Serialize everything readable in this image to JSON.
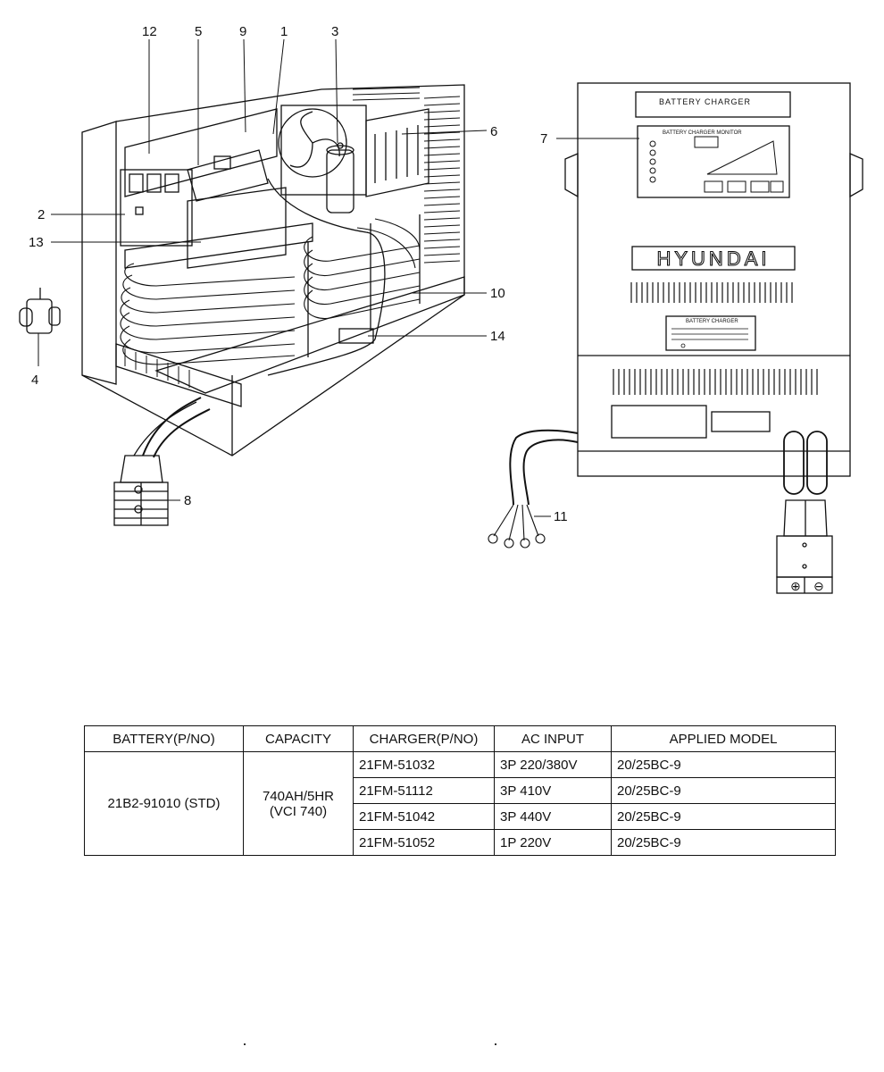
{
  "callouts": {
    "c1": "1",
    "c2": "2",
    "c3": "3",
    "c4": "4",
    "c5": "5",
    "c6": "6",
    "c7": "7",
    "c8": "8",
    "c9": "9",
    "c10": "10",
    "c11": "11",
    "c12": "12",
    "c13": "13",
    "c14": "14"
  },
  "front_panel": {
    "nameplate_title": "BATTERY CHARGER",
    "monitor_title": "BATTERY CHARGER MONITOR",
    "brand": "HYUNDAI",
    "plate_title": "BATTERY CHARGER",
    "terminal_plus": "⊕",
    "terminal_minus": "⊖"
  },
  "table": {
    "headers": [
      "BATTERY(P/NO)",
      "CAPACITY",
      "CHARGER(P/NO)",
      "AC INPUT",
      "APPLIED MODEL"
    ],
    "battery": "21B2-91010 (STD)",
    "capacity_line1": "740AH/5HR",
    "capacity_line2": "(VCI 740)",
    "rows": [
      {
        "charger": "21FM-51032",
        "ac_input": "3P 220/380V",
        "model": "20/25BC-9"
      },
      {
        "charger": "21FM-51112",
        "ac_input": "3P 410V",
        "model": "20/25BC-9"
      },
      {
        "charger": "21FM-51042",
        "ac_input": "3P 440V",
        "model": "20/25BC-9"
      },
      {
        "charger": "21FM-51052",
        "ac_input": "1P 220V",
        "model": "20/25BC-9"
      }
    ]
  }
}
